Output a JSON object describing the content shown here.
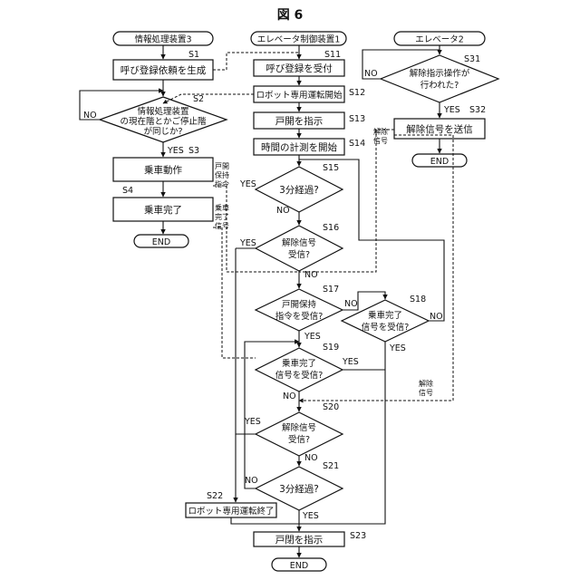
{
  "title": "図 6",
  "columns": {
    "info": "情報処理装置3",
    "elev_ctrl": "エレベータ制御装置1",
    "elev2": "エレベータ2"
  },
  "nodes": {
    "s1": {
      "label": "S1",
      "text": "呼び登録依頼を生成"
    },
    "s2": {
      "label": "S2",
      "line1": "情報処理装置",
      "line2": "の現在階とかご停止階",
      "line3": "が同じか?"
    },
    "s3": {
      "label": "S3",
      "text": "乗車動作"
    },
    "s4": {
      "label": "S4",
      "text": "乗車完了"
    },
    "info_end": {
      "text": "END"
    },
    "s11": {
      "label": "S11",
      "text": "呼び登録を受付"
    },
    "s12": {
      "label": "S12",
      "text": "ロボット専用運転開始"
    },
    "s13": {
      "label": "S13",
      "text": "戸開を指示"
    },
    "s14": {
      "label": "S14",
      "text": "時間の計測を開始"
    },
    "s15": {
      "label": "S15",
      "text": "3分経過?"
    },
    "s16": {
      "label": "S16",
      "line1": "解除信号",
      "line2": "受信?"
    },
    "s17": {
      "label": "S17",
      "line1": "戸開保持",
      "line2": "指令を受信?"
    },
    "s18": {
      "label": "S18",
      "line1": "乗車完了",
      "line2": "信号を受信?"
    },
    "s19": {
      "label": "S19",
      "line1": "乗車完了",
      "line2": "信号を受信?"
    },
    "s20": {
      "label": "S20",
      "line1": "解除信号",
      "line2": "受信?"
    },
    "s21": {
      "label": "S21",
      "text": "3分経過?"
    },
    "s22": {
      "label": "S22",
      "text": "ロボット専用運転終了"
    },
    "s23": {
      "label": "S23",
      "text": "戸閉を指示"
    },
    "ctrl_end": {
      "text": "END"
    },
    "s31": {
      "label": "S31",
      "line1": "解除指示操作が",
      "line2": "行われた?"
    },
    "s32": {
      "label": "S32",
      "text": "解除信号を送信"
    },
    "elev2_end": {
      "text": "END"
    }
  },
  "branches": {
    "yes": "YES",
    "no": "NO"
  },
  "signals": {
    "door_hold": [
      "戸開",
      "保持",
      "指令"
    ],
    "boarding_done": [
      "乗車",
      "完了",
      "信号"
    ],
    "release_upper": [
      "解除",
      "信号"
    ],
    "release_lower": [
      "解除",
      "信号"
    ]
  }
}
